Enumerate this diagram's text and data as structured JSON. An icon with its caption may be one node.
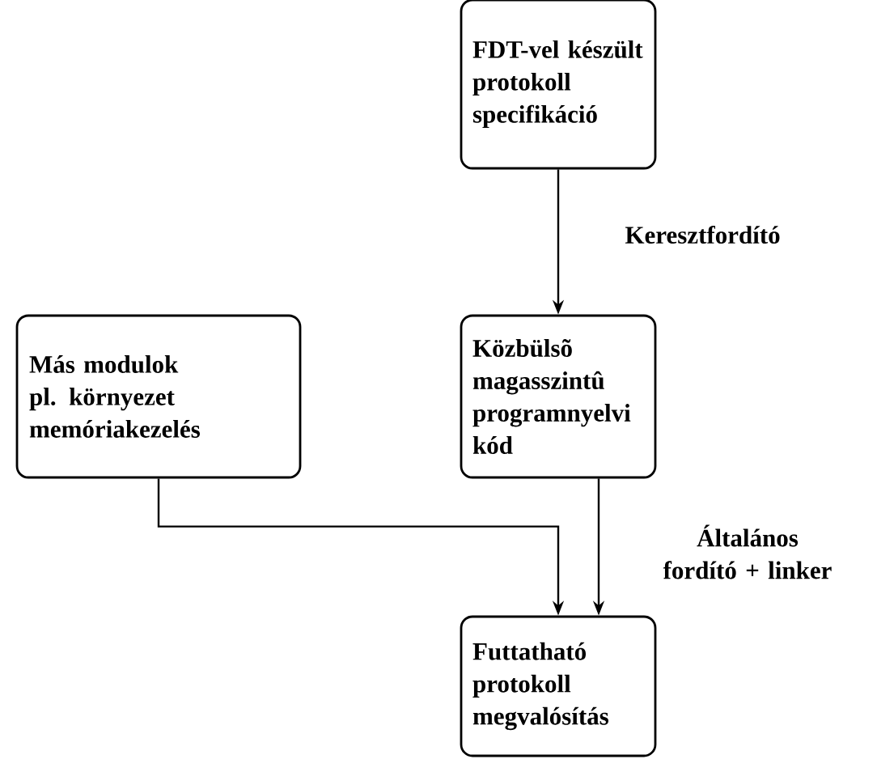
{
  "diagram": {
    "nodes": [
      {
        "text": [
          "FDT-vel készült protokoll specifikáció"
        ]
      },
      {
        "text": [
          "Közbülsõ magasszintû programnyelvi kód"
        ]
      },
      {
        "text": [
          "Más modulok pl. környezet memóriakezelés"
        ]
      },
      {
        "text": [
          "Futtatható protokoll megvalósítás"
        ]
      }
    ],
    "edges": [
      {
        "from": 0,
        "to": 1,
        "arrow": "to",
        "label": "Keresztfordító"
      },
      {
        "from": 1,
        "to": 3,
        "arrow": "to",
        "label": "Általános fordító + linker"
      },
      {
        "from": 2,
        "to": 3,
        "arrow": "to"
      }
    ]
  }
}
